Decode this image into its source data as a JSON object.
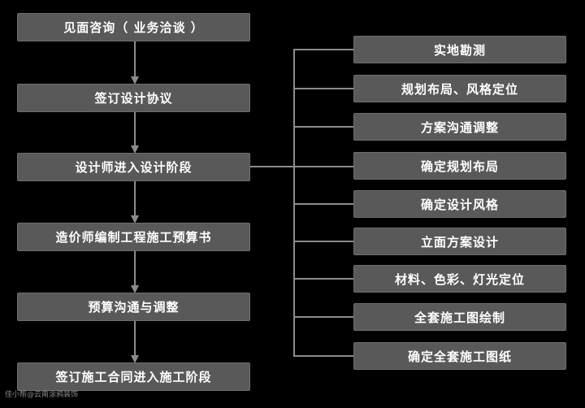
{
  "flow": {
    "steps": [
      "见面咨询（ 业务洽谈 ）",
      "签订设计协议",
      "设计师进入设计阶段",
      "造价师编制工程施工预算书",
      "预算沟通与调整",
      "签订施工合同进入施工阶段"
    ],
    "design_tasks": [
      "实地勘测",
      "规划布局、风格定位",
      "方案沟通调整",
      "确定规划布局",
      "确定设计风格",
      "立面方案设计",
      "材料、色彩、灯光定位",
      "全套施工图绘制",
      "确定全套施工图纸"
    ]
  },
  "watermark": "佳小帮@云南涂鸦装饰",
  "colors": {
    "background": "#000000",
    "box_fill": "#595959",
    "connector": "#8c8c8c",
    "text": "#ffffff"
  }
}
